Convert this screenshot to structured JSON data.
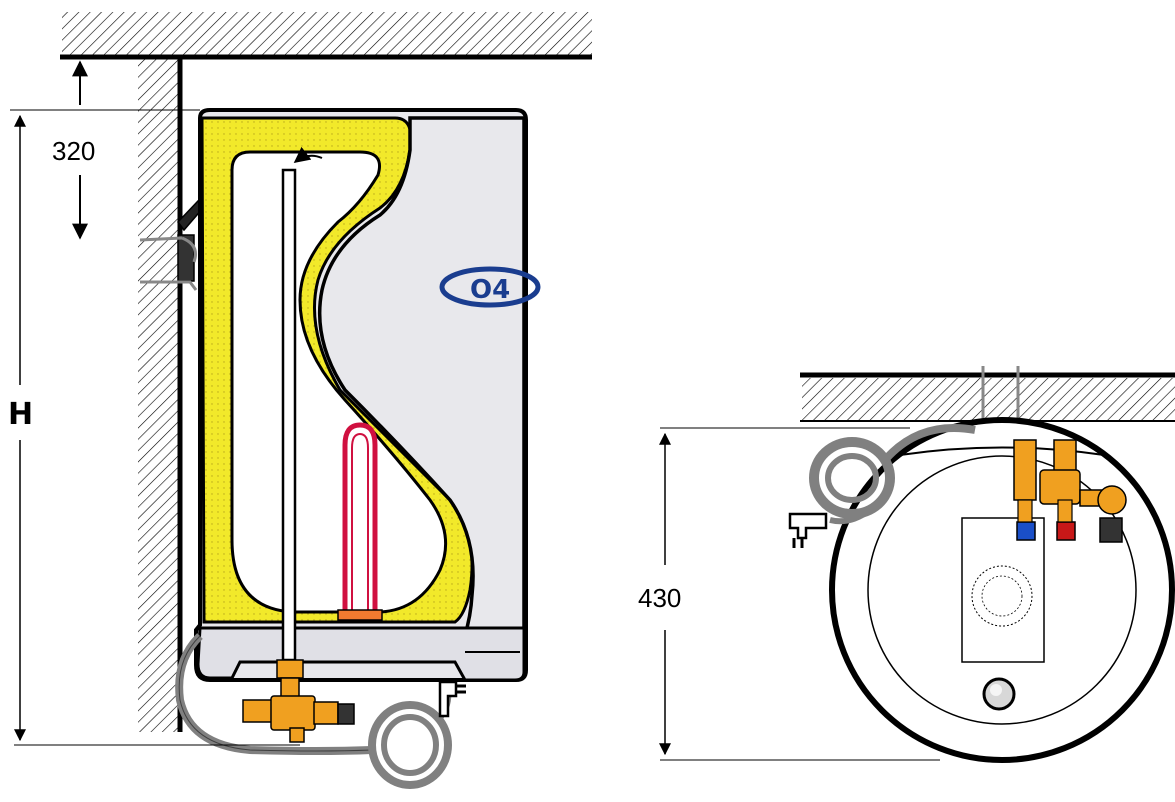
{
  "dimensions": {
    "top_clearance": "320",
    "height_label": "H",
    "depth": "430"
  },
  "brand_mark": "O4",
  "colors": {
    "insulation": "#f2e92a",
    "tank_body": "#e8e8ec",
    "heating_element": "#d01040",
    "valve": "#f0a020",
    "cable": "#808080",
    "cold_cap": "#1a4fc8",
    "hot_cap": "#c81818",
    "logo_blue": "#1a3d8f"
  }
}
